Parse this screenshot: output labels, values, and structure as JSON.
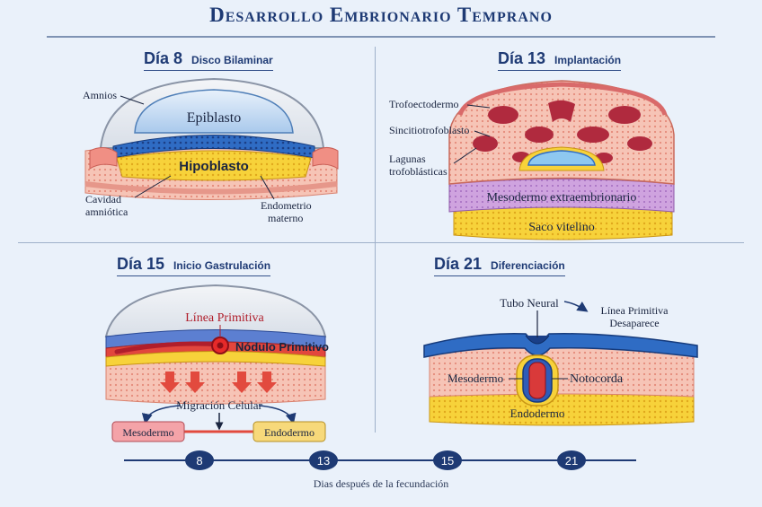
{
  "title": "Desarrollo Embrionario Temprano",
  "panels": [
    {
      "day": "Día 8",
      "subtitle": "Disco Bilaminar",
      "labels": {
        "amnios": "Amnios",
        "epiblasto": "Epiblasto",
        "hipoblasto": "Hipoblasto",
        "cavidad_1": "Cavidad",
        "cavidad_2": "amniótica",
        "endometrio_1": "Endometrio",
        "endometrio_2": "materno"
      }
    },
    {
      "day": "Día 13",
      "subtitle": "Implantación",
      "labels": {
        "trofoectodermo": "Trofoectodermo",
        "sincitiotrofoblasto": "Sincitiotrofoblasto",
        "lagunas_1": "Lagunas",
        "lagunas_2": "trofoblásticas",
        "mesodermo_extra": "Mesodermo extraembrionario",
        "saco": "Saco vitelino"
      }
    },
    {
      "day": "Día 15",
      "subtitle": "Inicio Gastrulación",
      "labels": {
        "linea": "Línea Primitiva",
        "nodulo": "Nódulo Primitivo",
        "migracion": "Migración Celular",
        "mesodermo": "Mesodermo",
        "endodermo": "Endodermo"
      }
    },
    {
      "day": "Día 21",
      "subtitle": "Diferenciación",
      "labels": {
        "tubo": "Tubo Neural",
        "linea_1": "Línea Primitiva",
        "linea_2": "Desaparece",
        "mesodermo": "Mesodermo",
        "notocorda": "Notocorda",
        "endodermo": "Endodermo"
      }
    }
  ],
  "timeline": {
    "markers": [
      "8",
      "13",
      "15",
      "21"
    ],
    "label": "Dias después de la fecundación"
  },
  "colors": {
    "navy": "#1e3a74",
    "epiblast_blue": "#2f6cc4",
    "hypoblast_yellow": "#f7d23a",
    "tissue_pink": "#f4b7a8",
    "blood_red": "#c8243a",
    "mesoderm_purple": "#c89ad8",
    "amnion_blue": "#bfd8f2"
  }
}
